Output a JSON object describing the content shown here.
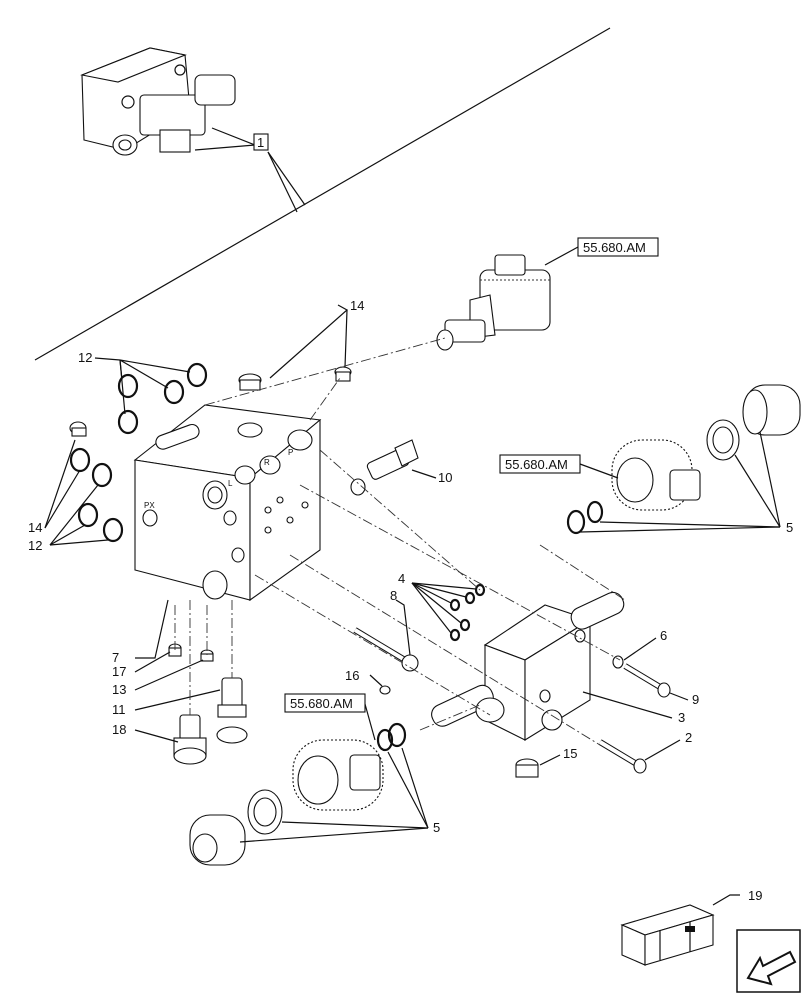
{
  "diagram": {
    "refs": {
      "ref_top": "55.680.AM",
      "ref_right": "55.680.AM",
      "ref_left": "55.680.AM"
    },
    "callouts": {
      "c1": "1",
      "c2": "2",
      "c3": "3",
      "c4": "4",
      "c5a": "5",
      "c5b": "5",
      "c6": "6",
      "c7": "7",
      "c8": "8",
      "c9": "9",
      "c10": "10",
      "c11": "11",
      "c12a": "12",
      "c12b": "12",
      "c13": "13",
      "c14a": "14",
      "c14b": "14",
      "c15": "15",
      "c16": "16",
      "c17": "17",
      "c18": "18",
      "c19": "19"
    },
    "block_markings": {
      "port_l": "L",
      "port_r": "R",
      "port_p": "P",
      "port_px": "PX"
    }
  }
}
